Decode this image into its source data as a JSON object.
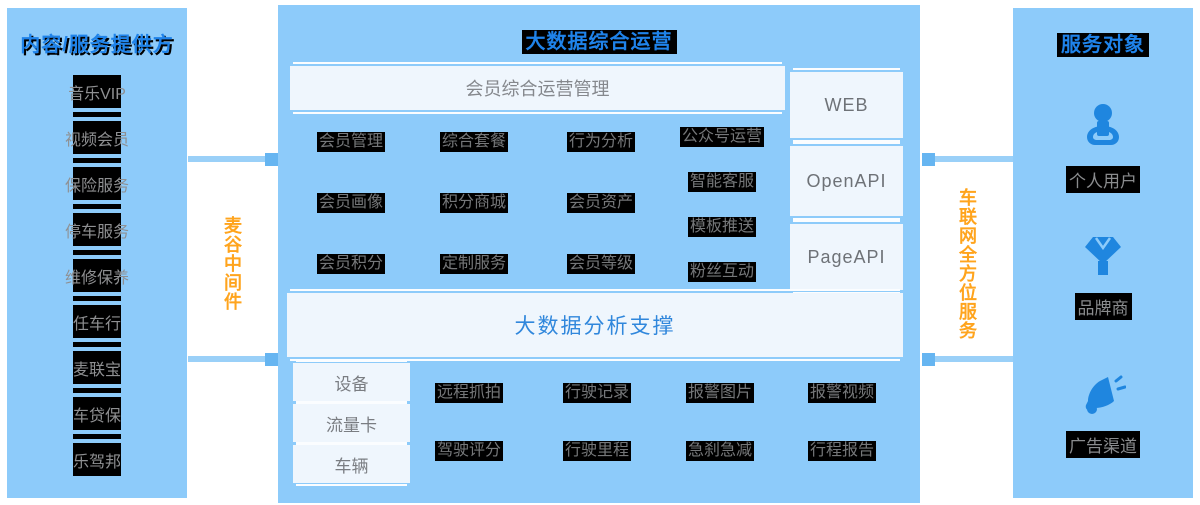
{
  "left_panel": {
    "title": "内容/服务提供方",
    "items": [
      "音乐VIP",
      "视频会员",
      "保险服务",
      "停车服务",
      "维修保养",
      "任车行",
      "麦联宝",
      "车贷保",
      "乐驾邦"
    ]
  },
  "left_connector": {
    "label": "麦谷中间件"
  },
  "center_panel": {
    "title": "大数据综合运营",
    "member_bar": "会员综合运营管理",
    "member_items": [
      "会员管理",
      "综合套餐",
      "行为分析",
      "会员画像",
      "积分商城",
      "会员资产",
      "会员积分",
      "定制服务",
      "会员等级"
    ],
    "wechat_items": [
      "公众号运营",
      "智能客服",
      "模板推送",
      "粉丝互动"
    ],
    "api_boxes": [
      "WEB",
      "OpenAPI",
      "PageAPI"
    ],
    "analysis_bar": "大数据分析支撑",
    "source_boxes": [
      "设备",
      "流量卡",
      "车辆"
    ],
    "telematics_items": [
      "远程抓拍",
      "行驶记录",
      "报警图片",
      "报警视频",
      "驾驶评分",
      "行驶里程",
      "急刹急减",
      "行程报告"
    ]
  },
  "right_connector": {
    "label": "车联网全方位服务"
  },
  "right_panel": {
    "title": "服务对象",
    "audiences": [
      {
        "icon": "person-icon",
        "label": "个人用户"
      },
      {
        "icon": "diamond-icon",
        "label": "品牌商"
      },
      {
        "icon": "megaphone-icon",
        "label": "广告渠道"
      }
    ]
  },
  "colors": {
    "panel_bg": "#8DCBFA",
    "accent_blue": "#1F83EA",
    "orange": "#FFA41D",
    "light_box_bg": "#EFF6FD",
    "tag_bg": "#000000",
    "tag_text": "#757779",
    "box_text": "#7A7D82",
    "icon_blue": "#1F86DF",
    "connector_bar": "#9AD0F8",
    "connector_cap": "#66B5F1"
  }
}
